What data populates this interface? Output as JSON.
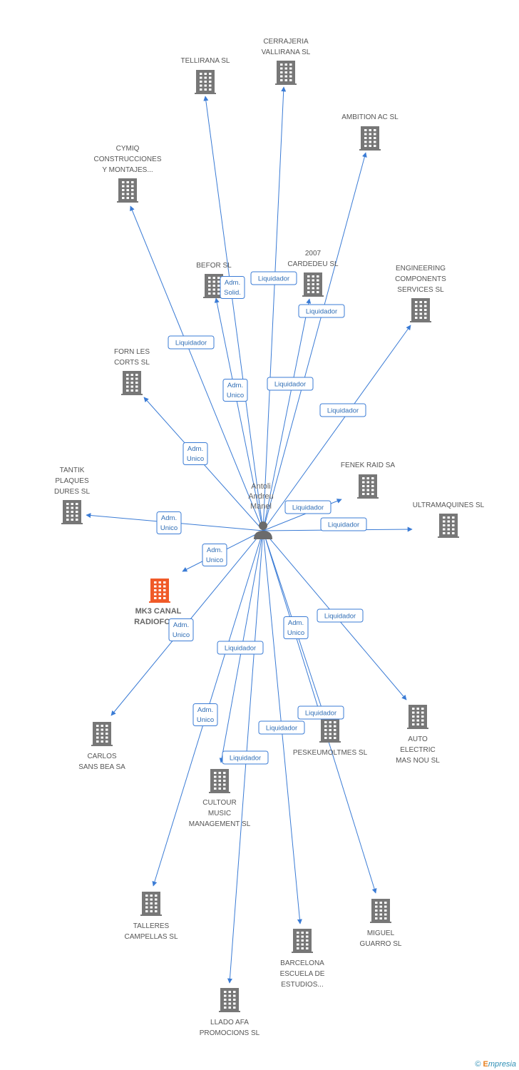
{
  "person": {
    "lines": [
      "Antoli",
      "Andreu",
      "Manel"
    ],
    "icon": "person-icon"
  },
  "focus_company": {
    "lines": [
      "MK3 CANAL",
      "RADIOFON..."
    ],
    "icon": "building-icon",
    "color": "#f05a28"
  },
  "companies": [
    {
      "id": "tellirana",
      "lines": [
        "TELLIRANA SL"
      ]
    },
    {
      "id": "cerrajeria",
      "lines": [
        "CERRAJERIA",
        "VALLIRANA SL"
      ]
    },
    {
      "id": "ambition",
      "lines": [
        "AMBITION AC SL"
      ]
    },
    {
      "id": "cymiq",
      "lines": [
        "CYMIQ",
        "CONSTRUCCIONES",
        "Y MONTAJES..."
      ]
    },
    {
      "id": "befor",
      "lines": [
        "BEFOR SL"
      ]
    },
    {
      "id": "cardedeu",
      "lines": [
        "2007",
        "CARDEDEU SL"
      ]
    },
    {
      "id": "engineering",
      "lines": [
        "ENGINEERING",
        "COMPONENTS",
        "SERVICES SL"
      ]
    },
    {
      "id": "forn",
      "lines": [
        "FORN LES",
        "CORTS SL"
      ]
    },
    {
      "id": "fenek",
      "lines": [
        "FENEK RAID SA"
      ]
    },
    {
      "id": "tantik",
      "lines": [
        "TANTIK",
        "PLAQUES",
        "DURES SL"
      ]
    },
    {
      "id": "ultramaquines",
      "lines": [
        "ULTRAMAQUINES SL"
      ]
    },
    {
      "id": "carlos",
      "lines": [
        "CARLOS",
        "SANS BEA SA"
      ]
    },
    {
      "id": "peskeu",
      "lines": [
        "PESKEUMOLTMES SL"
      ]
    },
    {
      "id": "auto",
      "lines": [
        "AUTO",
        "ELECTRIC",
        "MAS NOU SL"
      ]
    },
    {
      "id": "cultour",
      "lines": [
        "CULTOUR",
        "MUSIC",
        "MANAGEMENT SL"
      ]
    },
    {
      "id": "talleres",
      "lines": [
        "TALLERES",
        "CAMPELLAS SL"
      ]
    },
    {
      "id": "miguel",
      "lines": [
        "MIGUEL",
        "GUARRO SL"
      ]
    },
    {
      "id": "barcelona",
      "lines": [
        "BARCELONA",
        "ESCUELA DE",
        "ESTUDIOS..."
      ]
    },
    {
      "id": "llado",
      "lines": [
        "LLADO AFA",
        "PROMOCIONS SL"
      ]
    }
  ],
  "relations": [
    {
      "to": "tellirana",
      "role": [
        "Adm.",
        "Unico"
      ]
    },
    {
      "to": "cerrajeria",
      "role": [
        "Liquidador"
      ]
    },
    {
      "to": "ambition",
      "role": [
        "Liquidador"
      ]
    },
    {
      "to": "cymiq",
      "role": [
        "Liquidador"
      ]
    },
    {
      "to": "befor",
      "role": [
        "Adm.",
        "Solid."
      ]
    },
    {
      "to": "cardedeu",
      "role": [
        "Liquidador"
      ]
    },
    {
      "to": "engineering",
      "role": [
        "Liquidador"
      ]
    },
    {
      "to": "forn",
      "role": [
        "Adm.",
        "Unico"
      ]
    },
    {
      "to": "fenek",
      "role": [
        "Liquidador"
      ]
    },
    {
      "to": "tantik",
      "role": [
        "Adm.",
        "Unico"
      ]
    },
    {
      "to": "ultramaquines",
      "role": [
        "Liquidador"
      ]
    },
    {
      "to": "focus",
      "role": [
        "Adm.",
        "Unico"
      ]
    },
    {
      "to": "carlos",
      "role": [
        "Adm.",
        "Unico"
      ]
    },
    {
      "to": "peskeu",
      "role": [
        "Liquidador"
      ]
    },
    {
      "to": "auto",
      "role": [
        "Liquidador"
      ]
    },
    {
      "to": "cultour",
      "role": [
        "Liquidador"
      ]
    },
    {
      "to": "talleres",
      "role": [
        "Adm.",
        "Unico"
      ]
    },
    {
      "to": "miguel",
      "role": [
        "Adm.",
        "Unico"
      ]
    },
    {
      "to": "barcelona",
      "role": [
        "Liquidador"
      ]
    },
    {
      "to": "llado",
      "role": [
        "Liquidador"
      ]
    }
  ],
  "colors": {
    "edge": "#3a7bd5",
    "building": "#777777",
    "focus": "#f05a28",
    "person": "#6b6b6b"
  },
  "footer": {
    "copyright": "©",
    "brand_initial": "E",
    "brand_rest": "mpresia"
  }
}
